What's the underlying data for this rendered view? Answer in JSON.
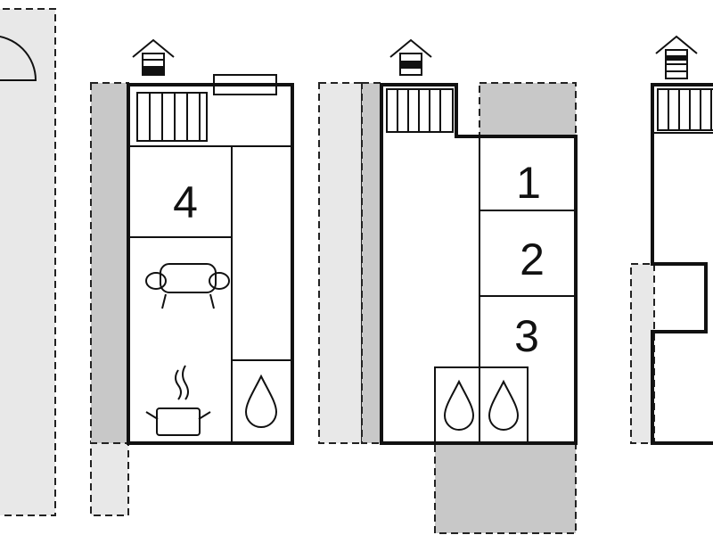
{
  "colors": {
    "background": "#ffffff",
    "wall": "#111111",
    "terrace": "#c8c8c8",
    "light_area": "#e8e8e8",
    "water": "#8fdde6",
    "pool": "#8fdde6"
  },
  "icons": {
    "pool": "pool-icon",
    "entrance": "entrance-house-icon",
    "stairs": "stairs-icon",
    "sofa": "sofa-icon",
    "kitchen": "cooking-pot-icon",
    "bathroom": "water-drop-icon"
  },
  "floors": [
    {
      "rooms": [
        {
          "number": "4"
        }
      ]
    },
    {
      "rooms": [
        {
          "number": "1"
        },
        {
          "number": "2"
        },
        {
          "number": "3"
        }
      ]
    },
    {
      "rooms": []
    }
  ]
}
